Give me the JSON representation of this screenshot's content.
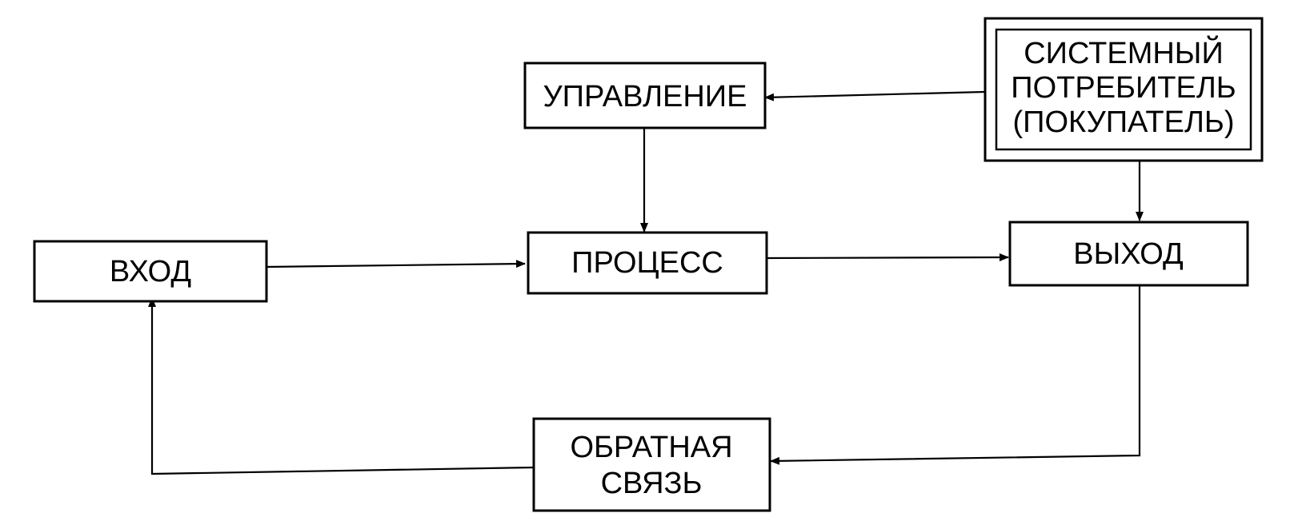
{
  "diagram": {
    "nodes": {
      "vhod": {
        "label": "ВХОД"
      },
      "upravlenie": {
        "label": "УПРАВЛЕНИЕ"
      },
      "process": {
        "label": "ПРОЦЕСС"
      },
      "vyhod": {
        "label": "ВЫХОД"
      },
      "obratnaya": {
        "line1": "ОБРАТНАЯ",
        "line2": "СВЯЗЬ"
      },
      "potrebitel": {
        "line1": "СИСТЕМНЫЙ",
        "line2": "ПОТРЕБИТЕЛЬ",
        "line3": "(ПОКУПАТЕЛЬ)"
      }
    },
    "edges": [
      {
        "from": "ВХОД",
        "to": "ПРОЦЕСС"
      },
      {
        "from": "ПРОЦЕСС",
        "to": "ВЫХОД"
      },
      {
        "from": "УПРАВЛЕНИЕ",
        "to": "ПРОЦЕСС"
      },
      {
        "from": "СИСТЕМНЫЙ ПОТРЕБИТЕЛЬ (ПОКУПАТЕЛЬ)",
        "to": "УПРАВЛЕНИЕ"
      },
      {
        "from": "СИСТЕМНЫЙ ПОТРЕБИТЕЛЬ (ПОКУПАТЕЛЬ)",
        "to": "ВЫХОД"
      },
      {
        "from": "ВЫХОД",
        "to": "ОБРАТНАЯ СВЯЗЬ"
      },
      {
        "from": "ОБРАТНАЯ СВЯЗЬ",
        "to": "ВХОД"
      }
    ],
    "colors": {
      "stroke": "#000000",
      "background": "#ffffff"
    }
  }
}
